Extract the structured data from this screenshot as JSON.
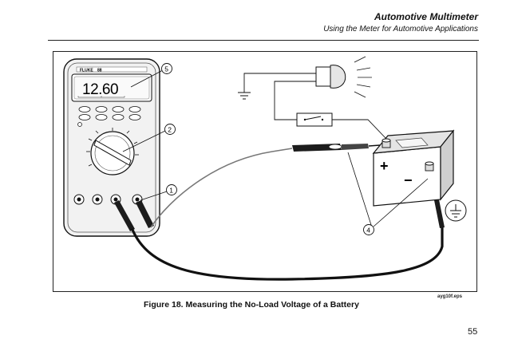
{
  "header": {
    "title": "Automotive Multimeter",
    "subtitle": "Using the Meter for Automotive Applications"
  },
  "figure": {
    "caption": "Figure 18. Measuring the No-Load Voltage of a Battery",
    "code": "ayg10f.eps",
    "meter": {
      "brand": "FLUKE",
      "model": "88",
      "display_reading": "12.60"
    },
    "callouts": [
      "5",
      "2",
      "1",
      "4"
    ]
  },
  "page": {
    "number": "55"
  }
}
